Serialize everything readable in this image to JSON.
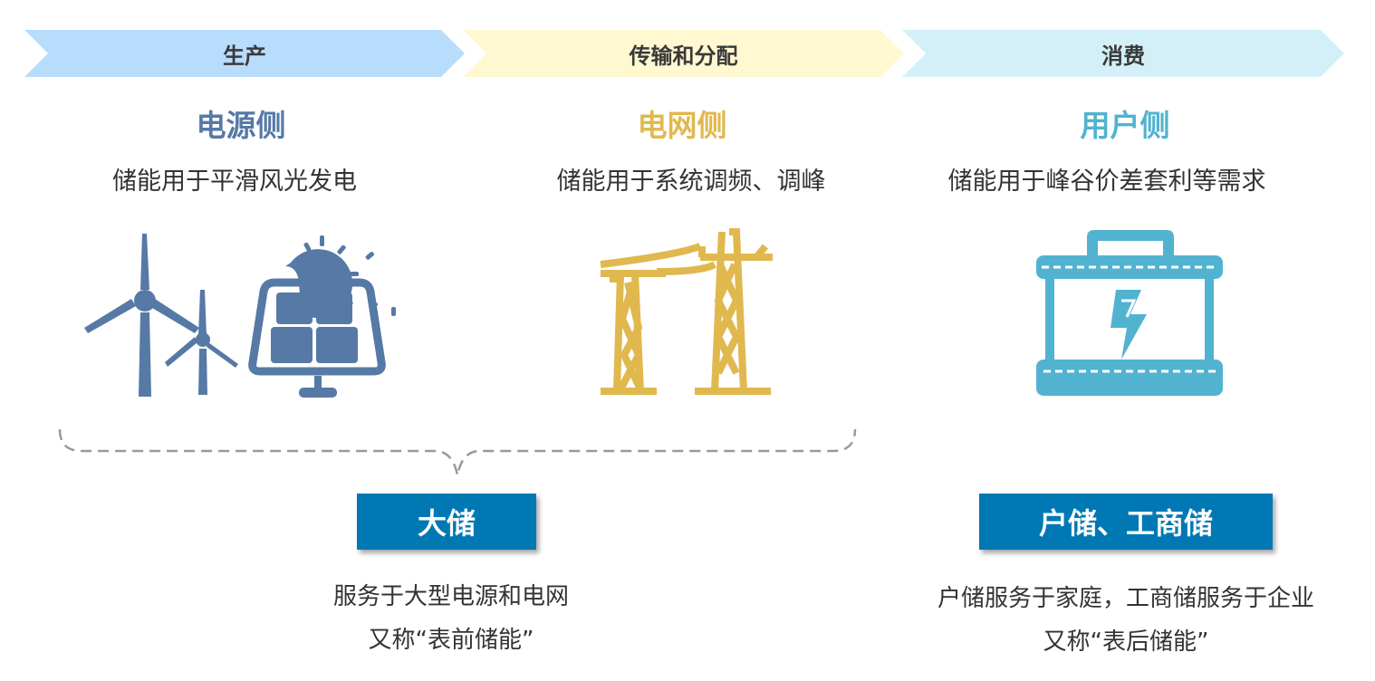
{
  "stages": [
    {
      "label": "生产",
      "color": "#b8dcfc"
    },
    {
      "label": "传输和分配",
      "color": "#fff8d0"
    },
    {
      "label": "消费",
      "color": "#d3f0f8"
    }
  ],
  "sides": [
    {
      "title": "电源侧",
      "color": "#5679a6",
      "desc": "储能用于平滑风光发电",
      "icon": "wind-solar-icon"
    },
    {
      "title": "电网侧",
      "color": "#e0b84e",
      "desc": "储能用于系统调频、调峰",
      "icon": "power-tower-icon"
    },
    {
      "title": "用户侧",
      "color": "#4fb3cf",
      "desc": "储能用于峰谷价差套利等需求",
      "icon": "battery-icon"
    }
  ],
  "groups": [
    {
      "label": "大储",
      "lines": [
        "服务于大型电源和电网",
        "又称“表前储能”"
      ]
    },
    {
      "label": "户储、工商储",
      "lines": [
        "户储服务于家庭，工商储服务于企业",
        "又称“表后储能”"
      ]
    }
  ]
}
